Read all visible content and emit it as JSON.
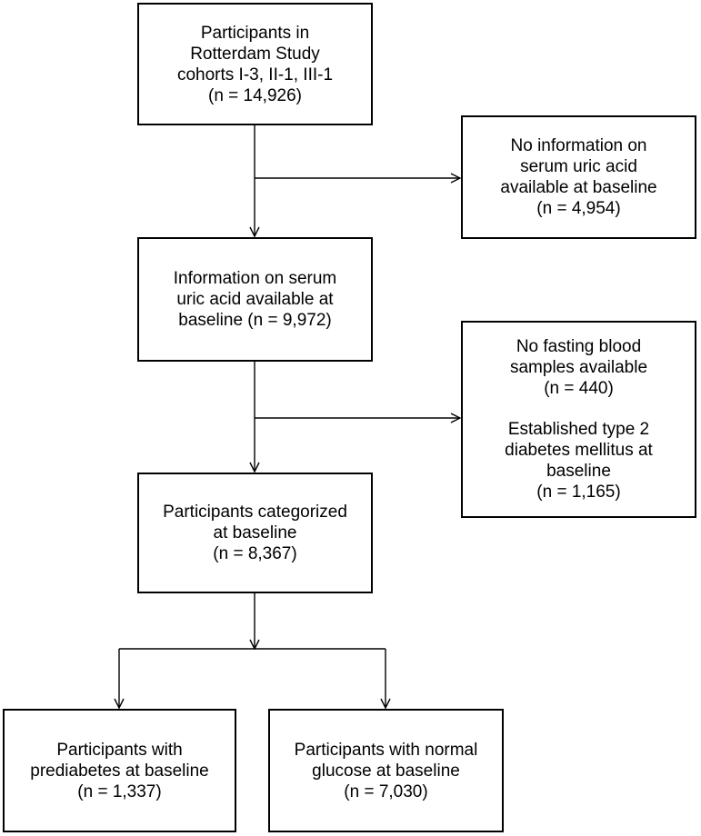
{
  "flowchart": {
    "start": [
      "Participants in",
      "Rotterdam Study",
      "cohorts I-3, II-1, III-1",
      "(n = 14,926)"
    ],
    "excl1": [
      "No information on",
      "serum uric acid",
      "available at baseline",
      "(n = 4,954)"
    ],
    "uric": [
      "Information on serum",
      "uric acid available at",
      "baseline (n = 9,972)"
    ],
    "excl2a": [
      "No fasting blood",
      "samples available",
      "(n = 440)"
    ],
    "excl2b": [
      "Established type 2",
      "diabetes mellitus at",
      "baseline",
      "(n = 1,165)"
    ],
    "categorized": [
      "Participants categorized",
      "at baseline",
      "(n = 8,367)"
    ],
    "prediabetes": [
      "Participants with",
      "prediabetes at baseline",
      "(n = 1,337)"
    ],
    "normal": [
      "Participants with normal",
      "glucose at baseline",
      "(n = 7,030)"
    ]
  }
}
